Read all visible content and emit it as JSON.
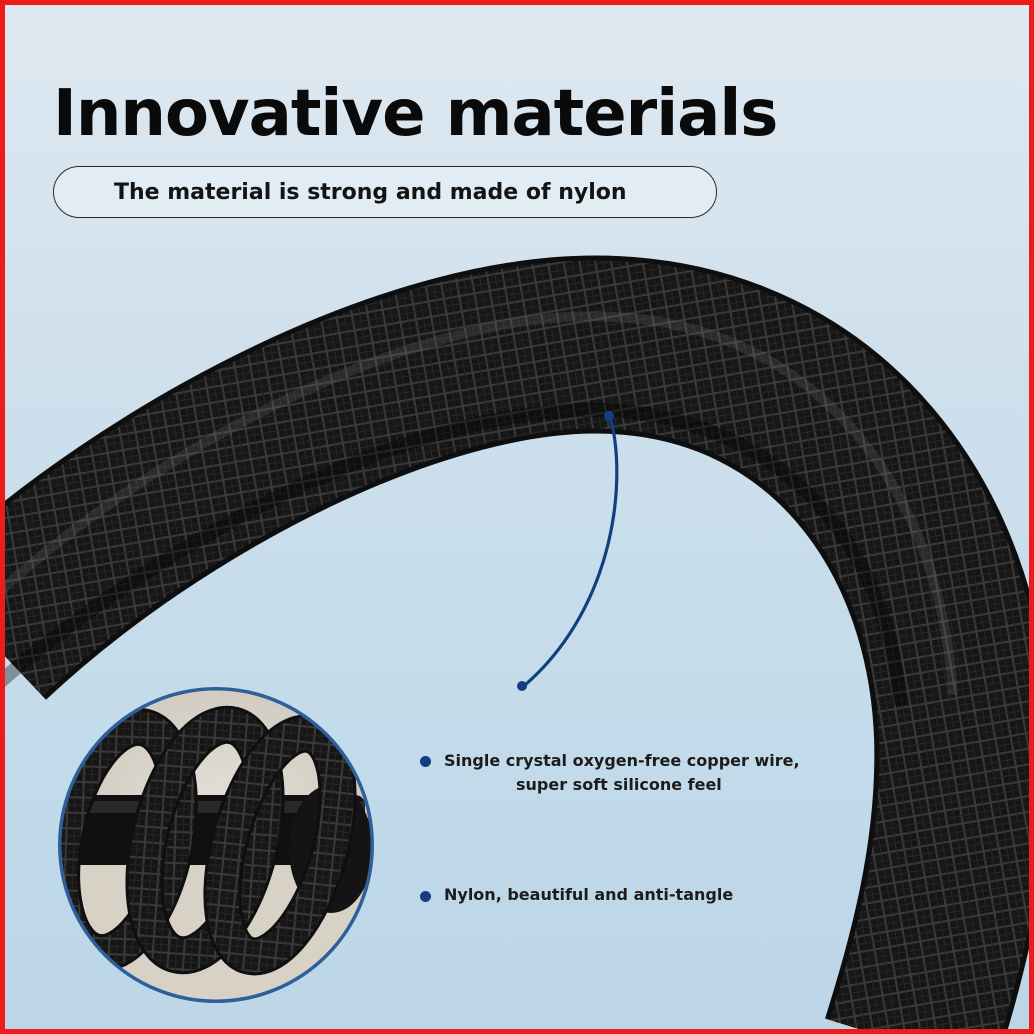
{
  "headline": "Innovative materials",
  "subtitle": "The material is strong and made of nylon",
  "features": [
    {
      "lines": [
        "Single crystal oxygen-free copper wire,",
        "super soft silicone feel"
      ],
      "bullet_color": "#123f82"
    },
    {
      "lines": [
        "Nylon, beautiful and anti-tangle"
      ],
      "bullet_color": "#123f82"
    }
  ],
  "colors": {
    "frame_border": "#ee1b1b",
    "background": "#cfe0ec",
    "cable": "#141414",
    "accent_line": "#123f82",
    "inset_ring": "#2f5f9a"
  },
  "images": {
    "main": "braided-black-nylon-cable",
    "inset": "coiled-cable-closeup"
  }
}
